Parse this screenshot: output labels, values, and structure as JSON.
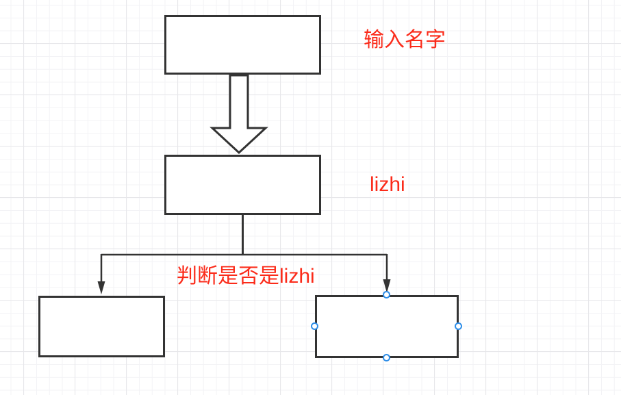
{
  "diagram": {
    "type": "flowchart-editor-canvas",
    "annotations": [
      {
        "id": "input-name",
        "text": "输入名字"
      },
      {
        "id": "result-name",
        "text": "lizhi"
      },
      {
        "id": "judge-step",
        "text": "判断是否是lizhi"
      }
    ],
    "nodes": [
      {
        "id": "node-top",
        "shape": "rectangle",
        "label": "",
        "selected": false
      },
      {
        "id": "node-middle",
        "shape": "rectangle",
        "label": "",
        "selected": false
      },
      {
        "id": "node-bottom-left",
        "shape": "rectangle",
        "label": "",
        "selected": false
      },
      {
        "id": "node-bottom-right",
        "shape": "rectangle",
        "label": "",
        "selected": true
      }
    ],
    "connectors": [
      {
        "id": "big-down-arrow",
        "from": "node-top",
        "to": "node-middle",
        "style": "block-arrow-outline"
      },
      {
        "id": "branch-left",
        "from": "node-middle",
        "to": "node-bottom-left",
        "style": "elbow-arrow"
      },
      {
        "id": "branch-right",
        "from": "node-middle",
        "to": "node-bottom-right",
        "style": "elbow-arrow"
      }
    ],
    "colors": {
      "annotation_text": "#fb2b1a",
      "shape_stroke": "#333333",
      "shape_fill": "#ffffff",
      "selection_handle": "#2e8ee8",
      "grid_minor": "#f3f3f6",
      "grid_major": "#e7e7ea",
      "background": "#ffffff"
    }
  }
}
